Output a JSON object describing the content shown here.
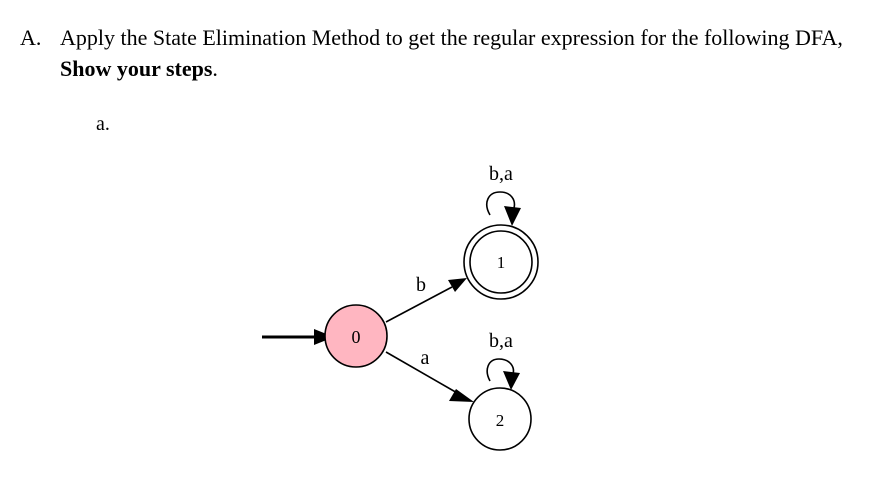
{
  "question": {
    "marker": "A.",
    "text_part1": "Apply the State Elimination Method to get the regular expression for the following DFA, ",
    "text_bold": "Show your steps",
    "text_end": "."
  },
  "subitem": {
    "label": "a."
  },
  "dfa": {
    "states": [
      {
        "id": "q0",
        "label": "0",
        "start": true,
        "accepting": false,
        "fill": "#ffb6c1"
      },
      {
        "id": "q1",
        "label": "1",
        "start": false,
        "accepting": true,
        "fill": "#ffffff"
      },
      {
        "id": "q2",
        "label": "2",
        "start": false,
        "accepting": false,
        "fill": "#ffffff"
      }
    ],
    "transitions": [
      {
        "from": "0",
        "to": "1",
        "label": "b"
      },
      {
        "from": "0",
        "to": "2",
        "label": "a"
      },
      {
        "from": "1",
        "to": "1",
        "label": "b,a"
      },
      {
        "from": "2",
        "to": "2",
        "label": "b,a"
      }
    ]
  }
}
